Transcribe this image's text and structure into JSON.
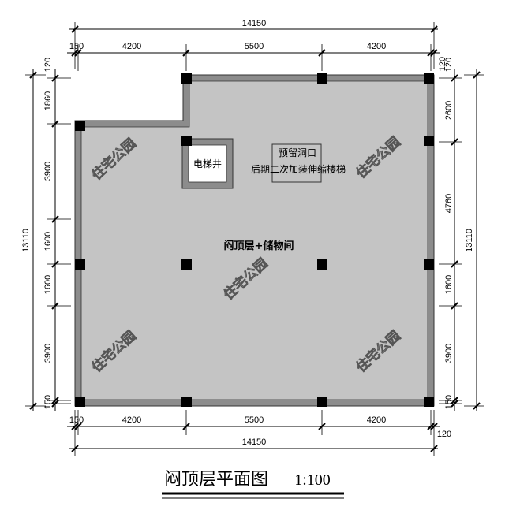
{
  "title": "闷顶层平面图",
  "scale": "1:100",
  "rooms": {
    "main": "闷顶层+储物间",
    "elevator": "电梯井",
    "opening_line1": "预留洞口",
    "opening_line2": "后期二次加装伸缩楼梯"
  },
  "watermark": "住宅公园",
  "dimensions": {
    "top_total": "14150",
    "top_left": "150",
    "top_segments": [
      "4200",
      "5500",
      "4200"
    ],
    "top_right": "120",
    "bottom_left": "150",
    "bottom_segments": [
      "4200",
      "5500",
      "4200"
    ],
    "bottom_total": "14150",
    "bottom_right": "120",
    "left_top": "120",
    "left_segments": [
      "1860",
      "3900",
      "1600",
      "1600",
      "3900"
    ],
    "left_bottom": "150",
    "left_total": "13110",
    "right_top": "120",
    "right_segments": [
      "2600",
      "4760",
      "1600",
      "3900"
    ],
    "right_bottom": "150",
    "right_total": "13110"
  },
  "colors": {
    "floor": "#c4c4c4",
    "wall": "#8c8c8c",
    "column": "#000000"
  }
}
